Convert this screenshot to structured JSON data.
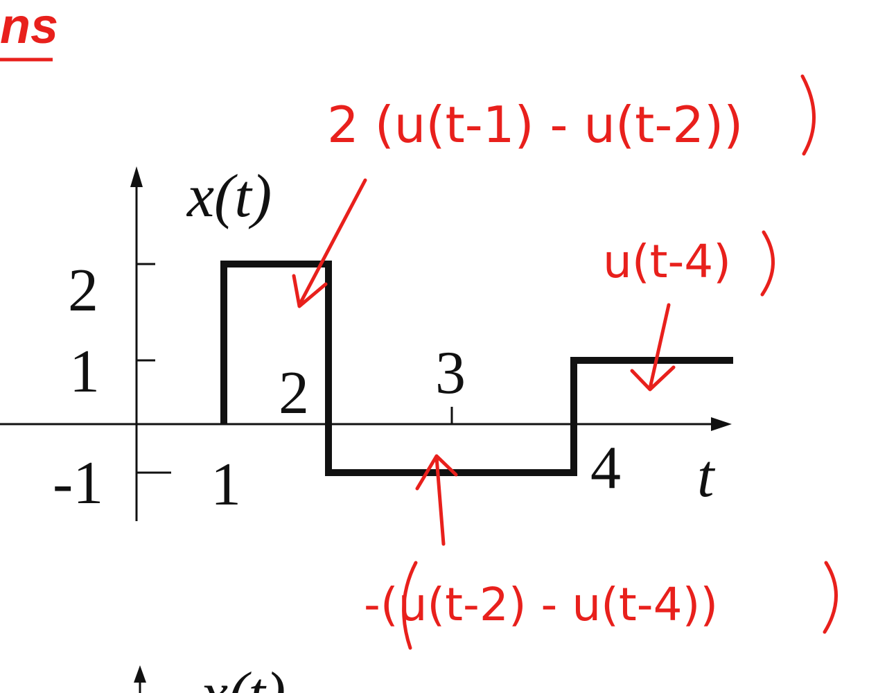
{
  "header_fragment": "ns",
  "colors": {
    "ink": "#111111",
    "annotation": "#e8201c"
  },
  "chart_data": {
    "type": "line",
    "step": true,
    "ylabel": "x(t)",
    "xlabel": "t",
    "x_ticks": [
      "1",
      "2",
      "3",
      "4"
    ],
    "y_ticks": [
      "2",
      "1",
      "-1"
    ],
    "points": [
      [
        1,
        0
      ],
      [
        1,
        2
      ],
      [
        2,
        -1
      ],
      [
        4,
        -1
      ],
      [
        4,
        1
      ],
      [
        5.6,
        1
      ]
    ]
  },
  "annotations": {
    "top": "2 (u(t-1) - u(t-2))",
    "right": "u(t-4)",
    "bottom": "-(u(t-2) - u(t-4))"
  },
  "second_chart": {
    "ylabel": "x(t)"
  }
}
